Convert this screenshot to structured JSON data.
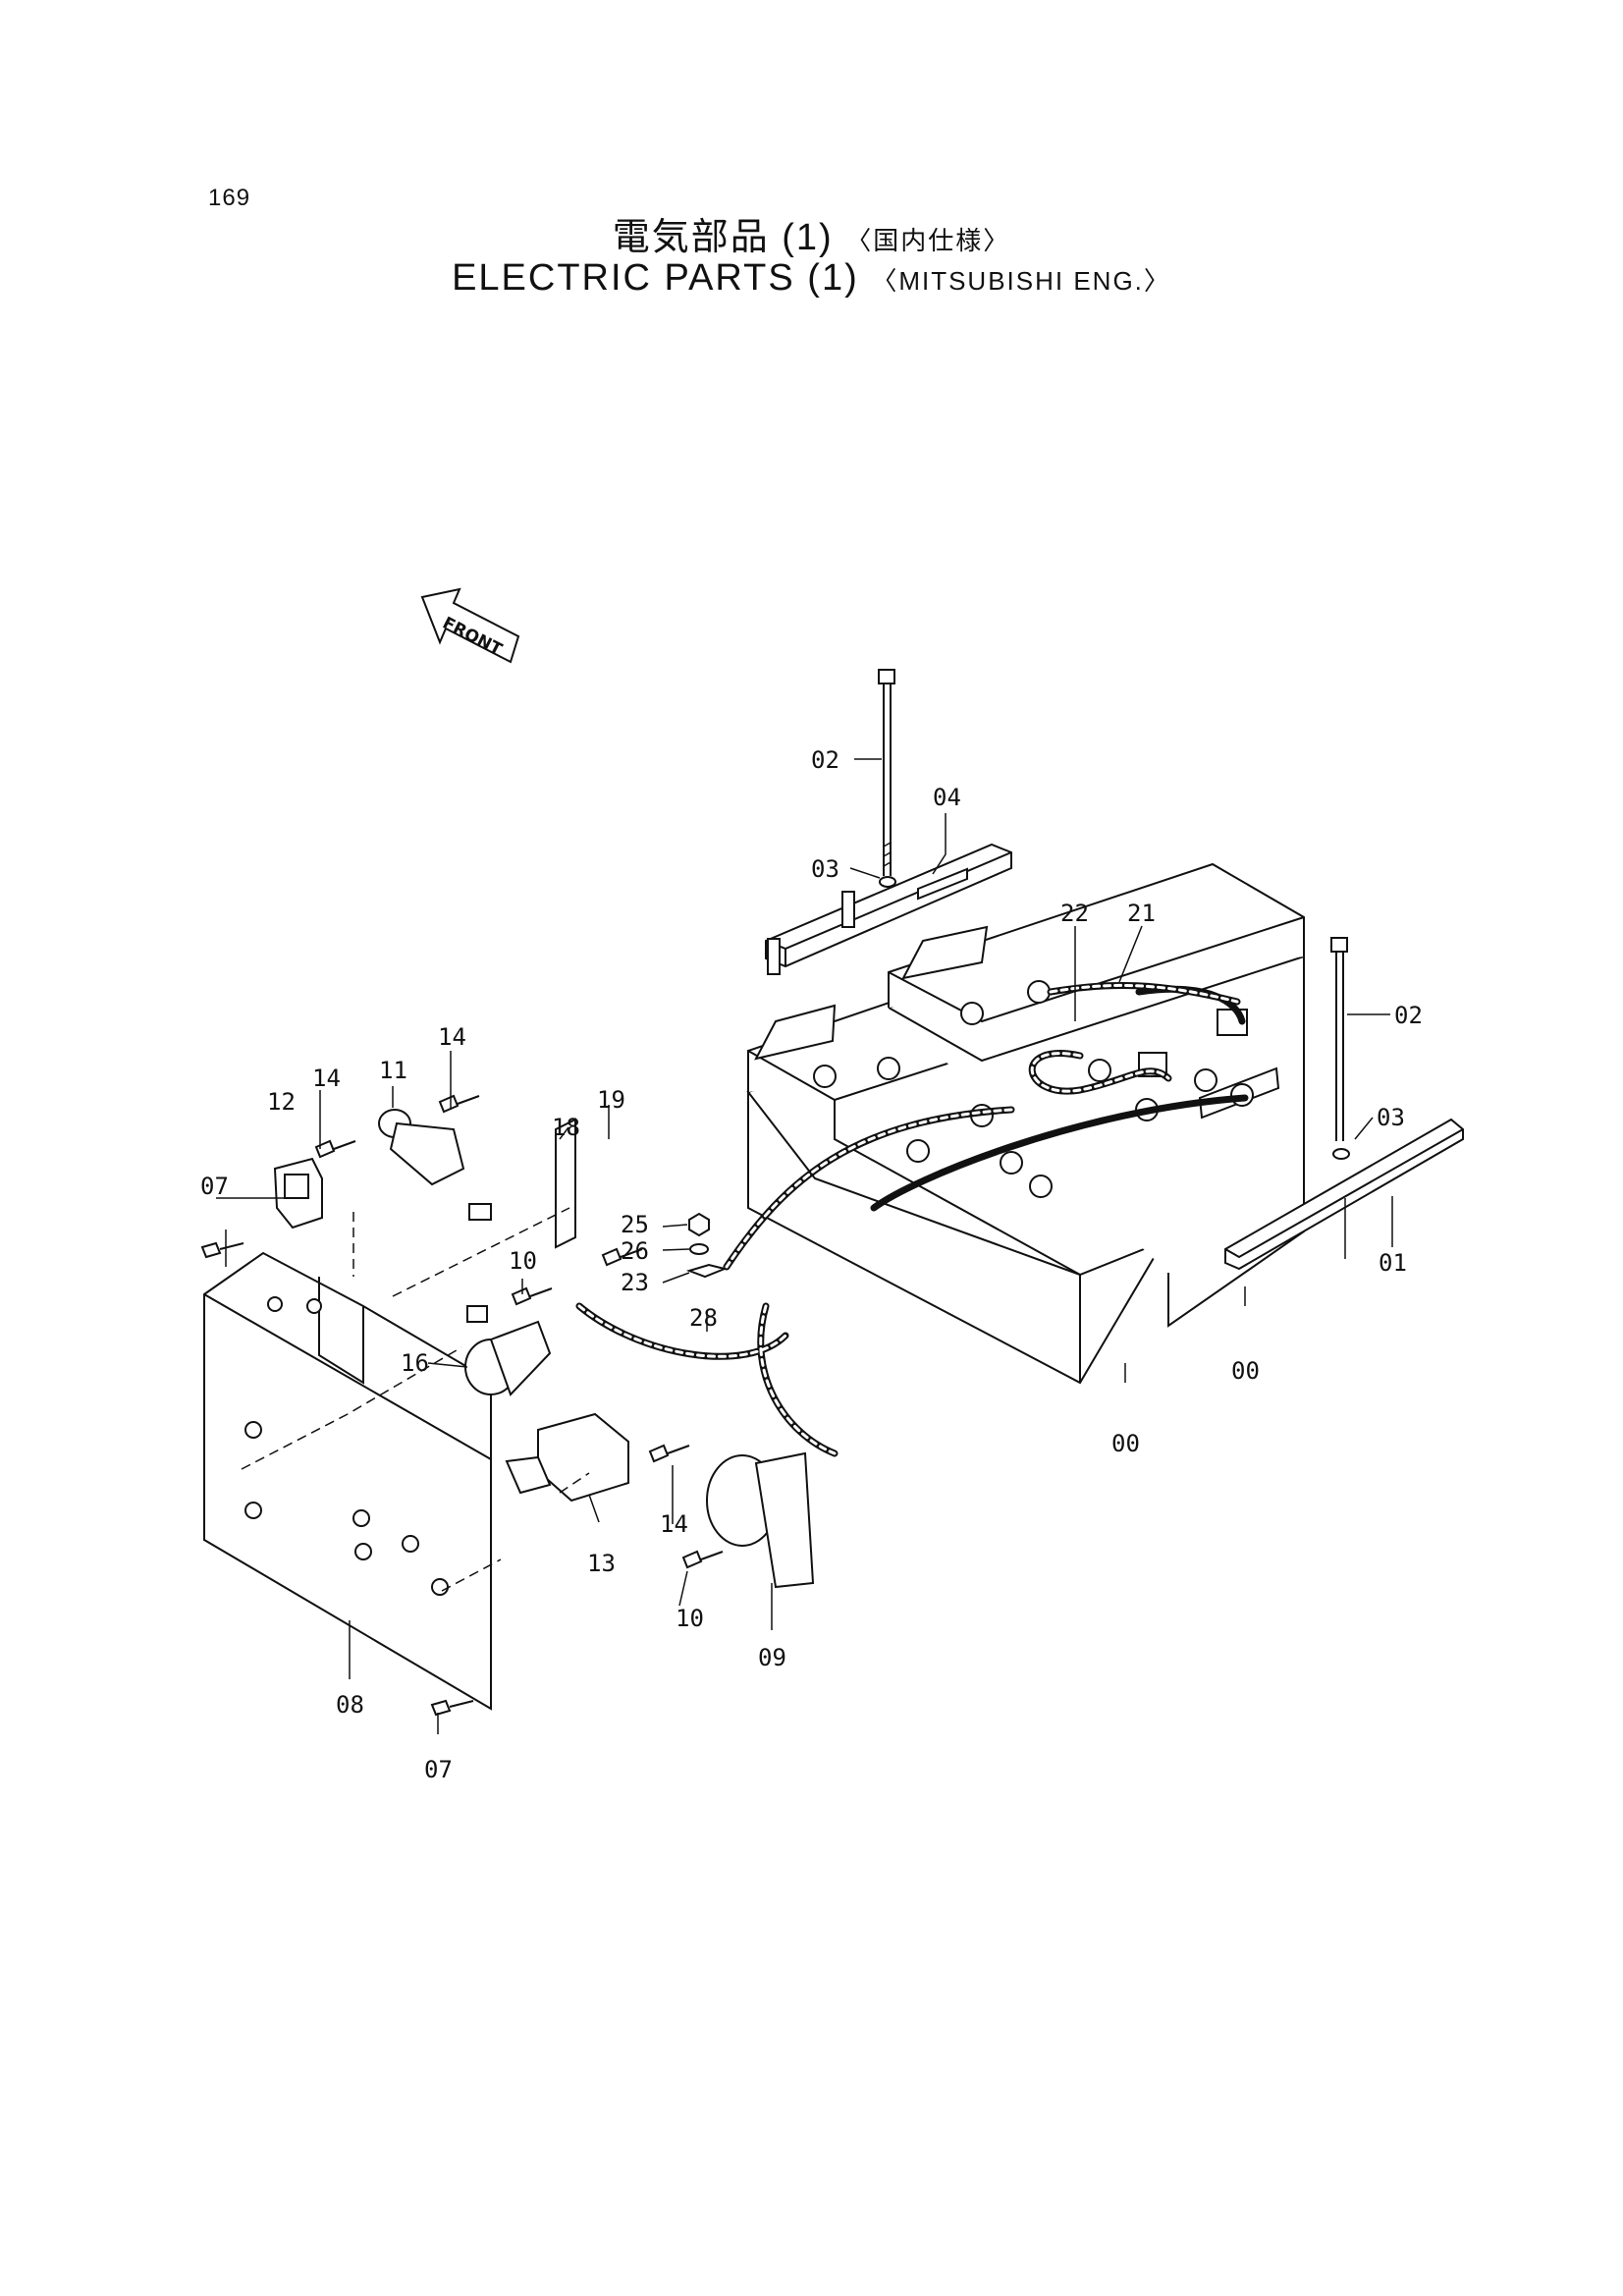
{
  "page_number": "169",
  "title": {
    "jp_main": "電気部品 (1)",
    "jp_spec": "〈国内仕様〉",
    "en_main": "ELECTRIC PARTS (1)",
    "en_spec": "〈MITSUBISHI ENG.〉"
  },
  "front_indicator": "FRONT",
  "callouts": {
    "c00a": "00",
    "c00b": "00",
    "c01": "01",
    "c02a": "02",
    "c02b": "02",
    "c03a": "03",
    "c03b": "03",
    "c04": "04",
    "c07a": "07",
    "c07b": "07",
    "c08": "08",
    "c09": "09",
    "c10a": "10",
    "c10b": "10",
    "c11": "11",
    "c12": "12",
    "c13": "13",
    "c14a": "14",
    "c14b": "14",
    "c14c": "14",
    "c16": "16",
    "c18": "18",
    "c19": "19",
    "c21": "21",
    "c22": "22",
    "c23": "23",
    "c25": "25",
    "c26": "26",
    "c28": "28"
  }
}
